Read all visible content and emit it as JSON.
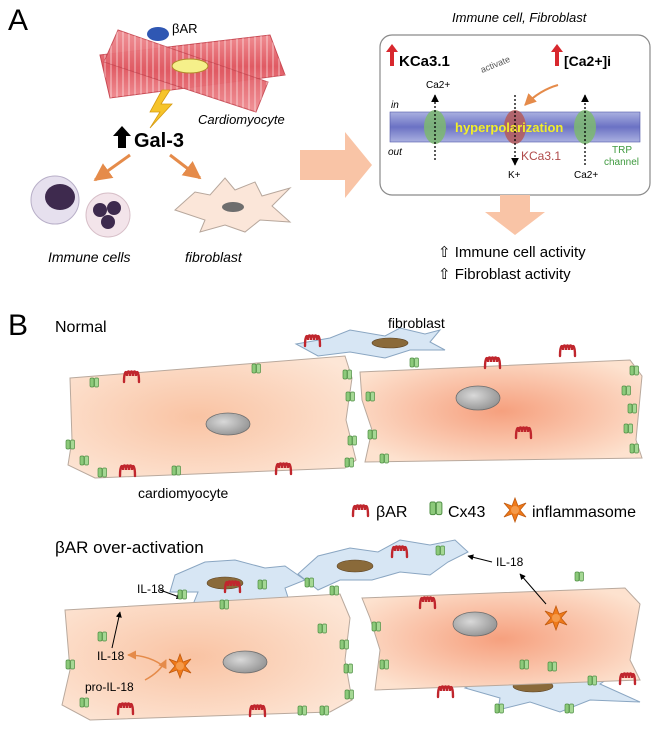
{
  "panel_a": {
    "label": "A",
    "bar_label": "βAR",
    "cardiomyocyte_label": "Cardiomyocyte",
    "gal3_label": "Gal-3",
    "immune_cells_label": "Immune cells",
    "fibroblast_label": "fibroblast",
    "box_title": "Immune cell, Fibroblast",
    "kca_title": "KCa3.1",
    "ca_i_title": "[Ca2+]i",
    "activate_label": "activate",
    "ca_top": "Ca2+",
    "in_label": "in",
    "out_label": "out",
    "hyperpolarization": "hyperpolarization",
    "kca_channel_label": "KCa3.1",
    "k_label": "K+",
    "ca_bottom": "Ca2+",
    "trp_line1": "TRP",
    "trp_line2": "channel",
    "outcome1": "Immune cell activity",
    "outcome2": "Fibroblast activity"
  },
  "panel_b": {
    "label": "B",
    "normal_label": "Normal",
    "fibroblast_label": "fibroblast",
    "cardiomyocyte_label": "cardiomyocyte",
    "legend": {
      "bar": "βAR",
      "cx43": "Cx43",
      "inflammasome": "inflammasome"
    },
    "overactivation_label": "βAR over-activation",
    "il18_labels": [
      "IL-18",
      "IL-18",
      "IL-18"
    ],
    "pro_il18": "pro-IL-18"
  },
  "colors": {
    "muscle_stripe": "#e8737a",
    "cell_fill": "#fcd9bf",
    "cell_fill_deep": "#f7a98a",
    "fibro_fill": "#d7e6f4",
    "bar_red": "#c0262d",
    "cx43_green": "#8cc97a",
    "orange_arrow": "#e58b4a",
    "inflammasome": "#ef7a1a"
  }
}
